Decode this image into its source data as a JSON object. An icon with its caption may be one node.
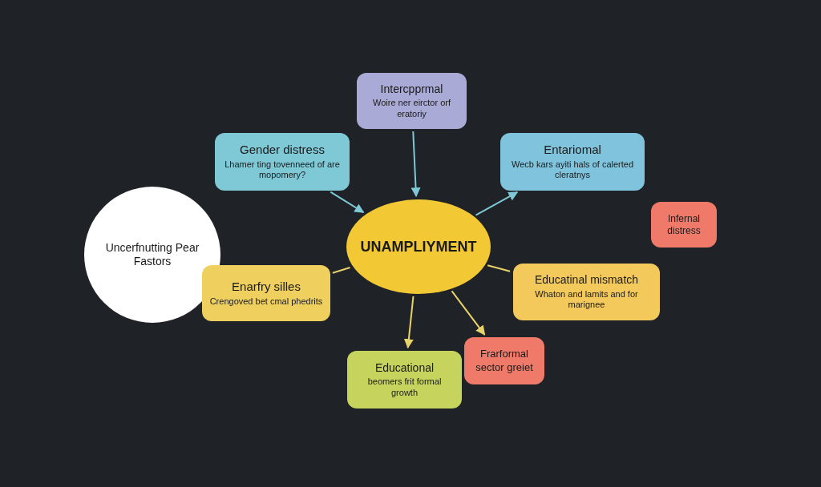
{
  "diagram": {
    "nodes": [
      {
        "text": [
          "Intercpprmal",
          "Woire ner eirctor orf eratoriy"
        ]
      },
      {
        "text": [
          "Gender distress",
          "Lhamer ting tovenneed of are mopomery?"
        ]
      },
      {
        "text": [
          "Entariomal",
          "Wecb kars ayiti hals of calerted cleratnys"
        ]
      },
      {
        "text": [
          "Infernal distress"
        ]
      },
      {
        "text": [
          "Uncerfnutting Pear Fastors"
        ]
      },
      {
        "text": [
          "UNAMPLIYMENT"
        ]
      },
      {
        "text": [
          "Enarfry silles",
          "Crengoved bet cmal phedrits"
        ]
      },
      {
        "text": [
          "Educatinal mismatch",
          "Whaton and lamits and for marignee"
        ]
      },
      {
        "text": [
          "Frarformal sector greiet"
        ]
      },
      {
        "text": [
          "Educational",
          "beomers frit formal growth"
        ]
      }
    ],
    "edges": [
      {
        "from": 0,
        "to": 5,
        "arrow": "to",
        "color": "#7fc8d6"
      },
      {
        "from": 1,
        "to": 5,
        "arrow": "to",
        "color": "#7fc8d6"
      },
      {
        "from": 5,
        "to": 2,
        "arrow": "to",
        "color": "#7fc8d6"
      },
      {
        "from": 6,
        "to": 5,
        "arrow": "none"
      },
      {
        "from": 5,
        "to": 7,
        "arrow": "none"
      },
      {
        "from": 5,
        "to": 9,
        "arrow": "to"
      },
      {
        "from": 5,
        "to": 8,
        "arrow": "to"
      }
    ]
  }
}
